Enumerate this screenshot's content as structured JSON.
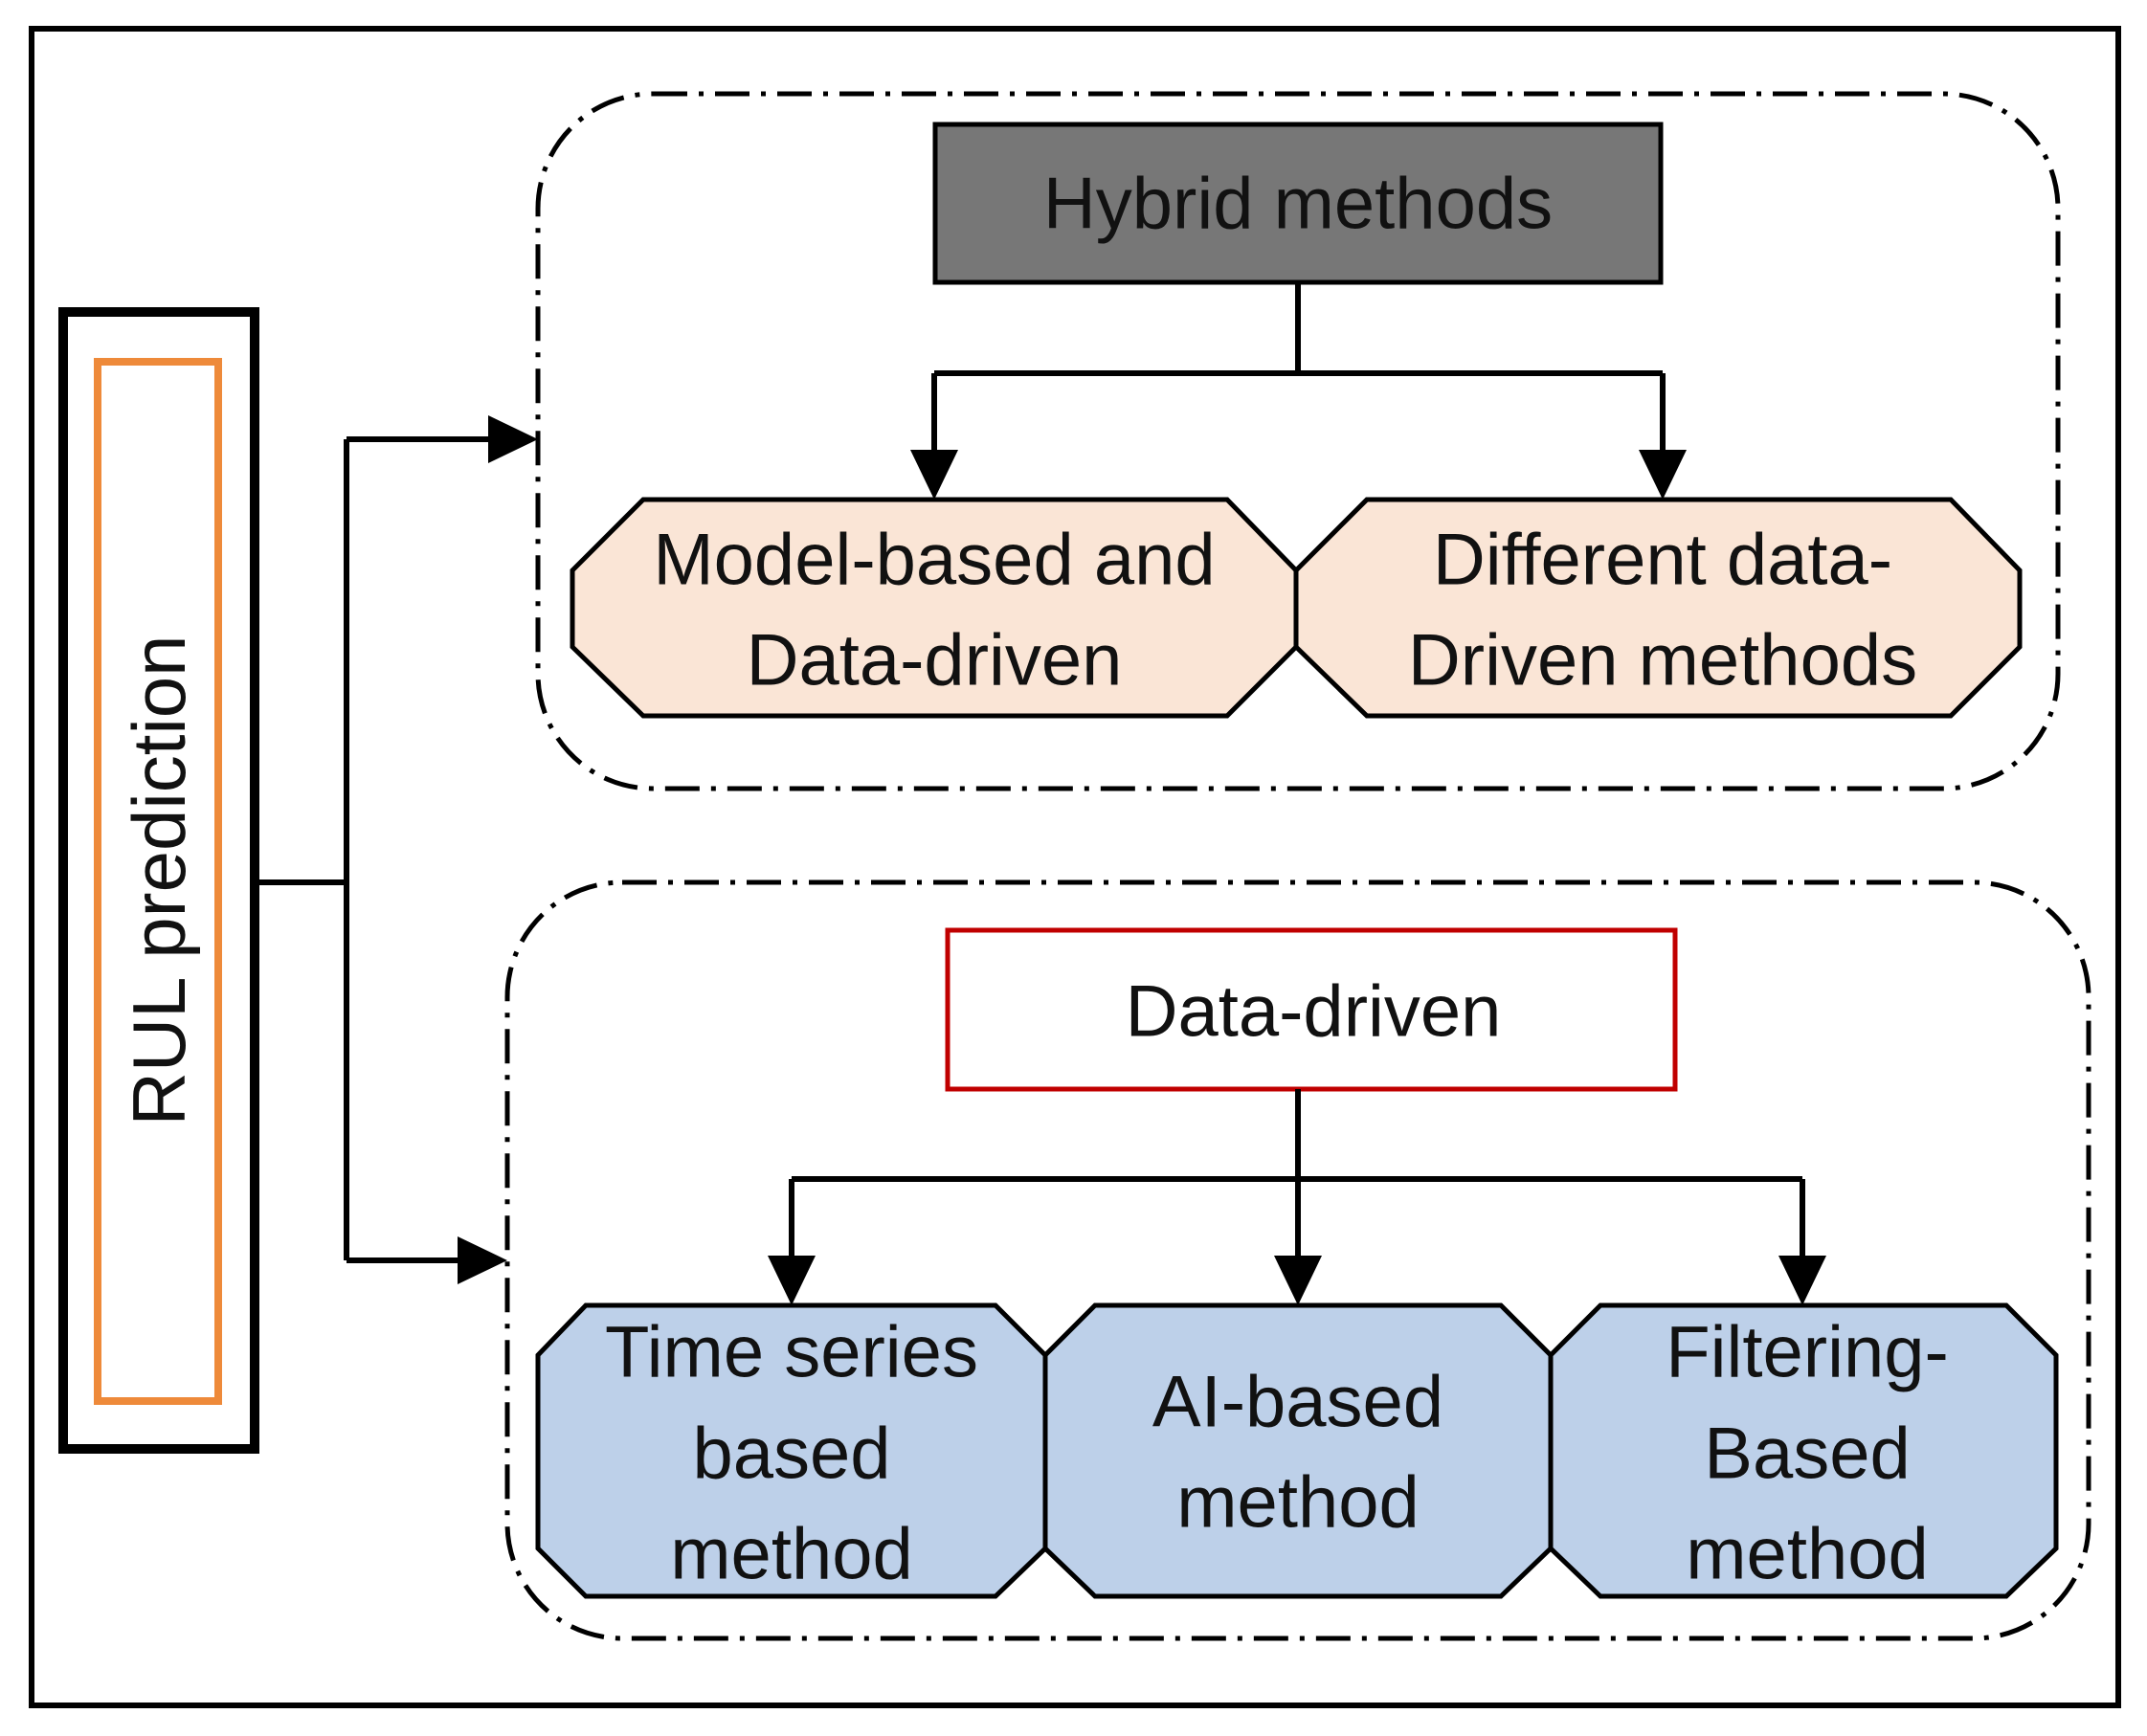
{
  "root": {
    "label": "RUL prediction"
  },
  "hybrid": {
    "title": "Hybrid methods",
    "children": [
      {
        "line1": "Model-based and",
        "line2": "Data-driven"
      },
      {
        "line1": "Different data-",
        "line2": "Driven methods"
      }
    ]
  },
  "datadriven": {
    "title": "Data-driven",
    "children": [
      {
        "line1": "Time series",
        "line2": "based",
        "line3": "method"
      },
      {
        "line1": "AI-based",
        "line2": "method"
      },
      {
        "line1": "Filtering-",
        "line2": "Based",
        "line3": "method"
      }
    ]
  },
  "colors": {
    "hybrid_header": "#777777",
    "hybrid_child": "#fae5d6",
    "datadriven_child": "#bdd0e9",
    "datadriven_header_border": "#c00000",
    "root_inner_border": "#ee8a3a"
  }
}
